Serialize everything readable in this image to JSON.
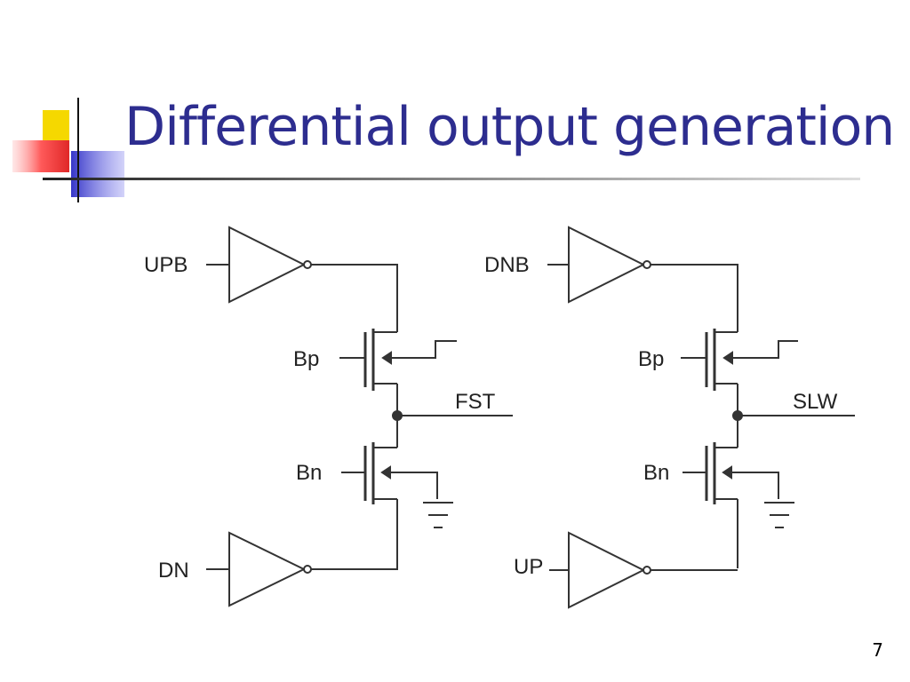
{
  "slide": {
    "title": "Differential output generation",
    "page_number": "7"
  },
  "left_circuit": {
    "inverter_top_input": "UPB",
    "pmos_bias": "Bp",
    "output": "FST",
    "nmos_bias": "Bn",
    "inverter_bottom_input": "DN"
  },
  "right_circuit": {
    "inverter_top_input": "DNB",
    "pmos_bias": "Bp",
    "output": "SLW",
    "nmos_bias": "Bn",
    "inverter_bottom_input": "UP"
  },
  "colors": {
    "title": "#2d2d8f",
    "accent_yellow": "#f5d800",
    "accent_red": "#e8363a",
    "accent_blue": "#3f3fd0"
  }
}
